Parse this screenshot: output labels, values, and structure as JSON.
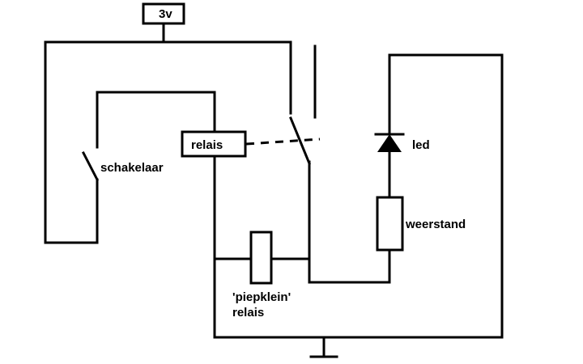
{
  "diagram": {
    "supply_label": "3v",
    "relay_label": "relais",
    "switch_label": "schakelaar",
    "led_label": "led",
    "resistor_label": "weerstand",
    "small_relay_label_line1": "'piepklein'",
    "small_relay_label_line2": "relais"
  }
}
